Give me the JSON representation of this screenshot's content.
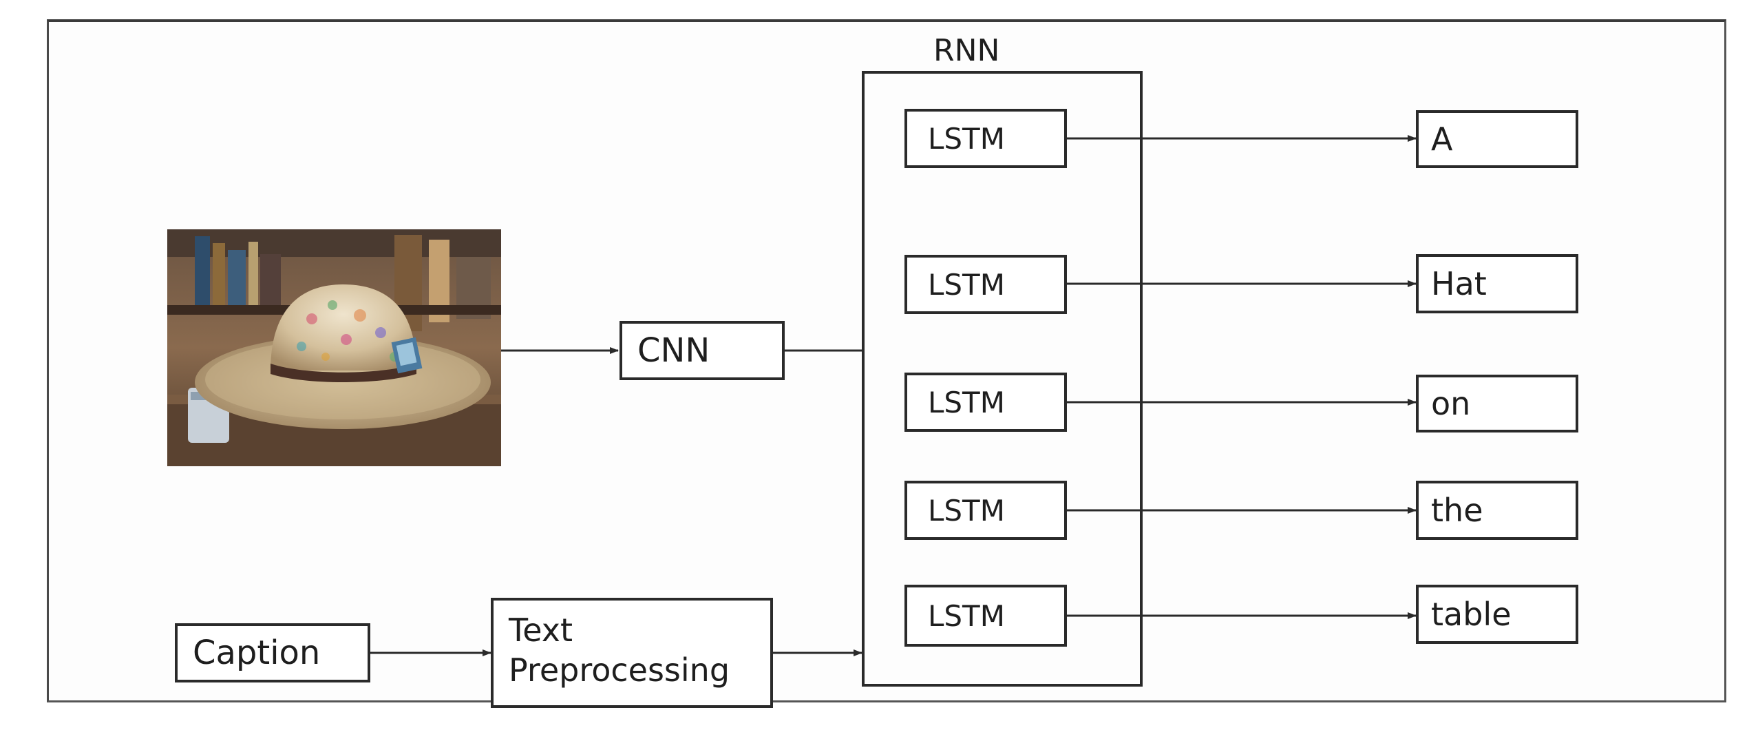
{
  "rnn": {
    "title": "RNN",
    "cells": [
      {
        "label": "LSTM"
      },
      {
        "label": "LSTM"
      },
      {
        "label": "LSTM"
      },
      {
        "label": "LSTM"
      },
      {
        "label": "LSTM"
      }
    ]
  },
  "cnn": {
    "label": "CNN"
  },
  "caption": {
    "label": "Caption"
  },
  "text_preprocessing": {
    "label": "Text\nPreprocessing"
  },
  "output_words": [
    "A",
    "Hat",
    "on",
    "the",
    "table"
  ],
  "colors": {
    "stroke": "#2a2a2a",
    "background": "#ffffff"
  }
}
